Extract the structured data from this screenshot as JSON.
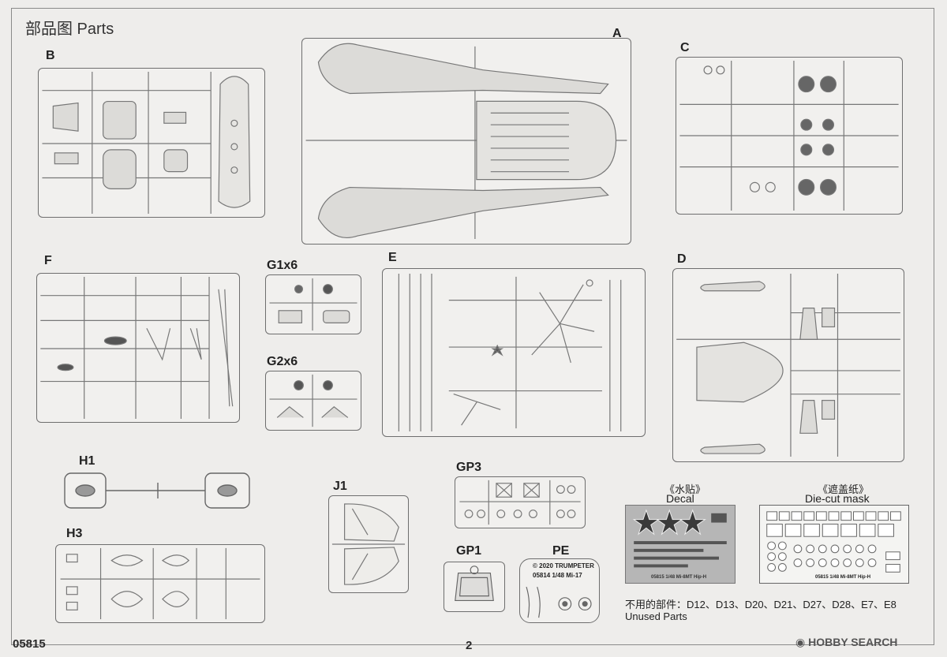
{
  "page": {
    "title": "部品图 Parts",
    "code": "05815",
    "page_number": "2",
    "watermark": "HOBBY SEARCH"
  },
  "sprues": {
    "A": "A",
    "B": "B",
    "C": "C",
    "D": "D",
    "E": "E",
    "F": "F",
    "G1": "G1x6",
    "G2": "G2x6",
    "H1": "H1",
    "H3": "H3",
    "J1": "J1",
    "GP1": "GP1",
    "GP3": "GP3",
    "PE": "PE"
  },
  "pe_sheet": {
    "line1": "© 2020 TRUMPETER",
    "line2": "05814  1/48  Mi-17"
  },
  "decal": {
    "title_cn": "《水贴》",
    "title_en": "Decal",
    "caption": "05815 1/48 Mi-8MT Hip-H"
  },
  "mask": {
    "title_cn": "《遮盖纸》",
    "title_en": "Die-cut mask",
    "caption": "05815 1/48 Mi-8MT Hip-H"
  },
  "unused": {
    "list": "不用的部件：D12、D13、D20、D21、D27、D28、E7、E8",
    "label": "Unused Parts"
  }
}
